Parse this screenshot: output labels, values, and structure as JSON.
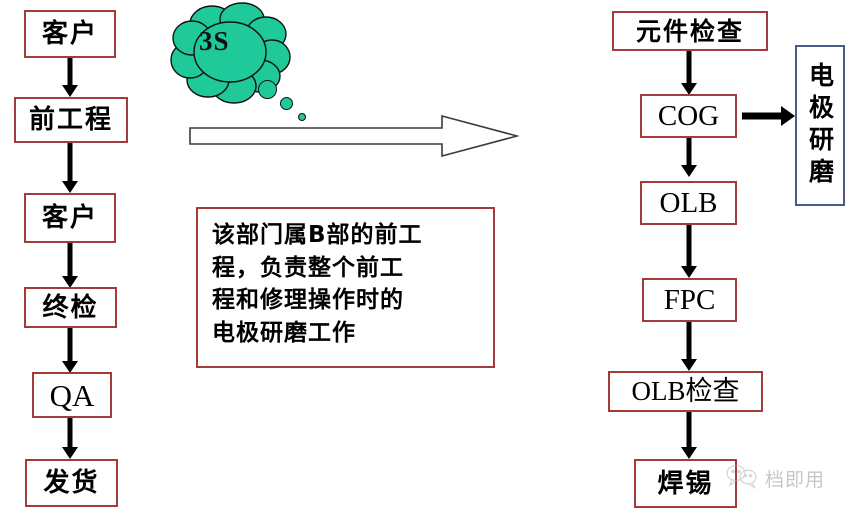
{
  "diagram": {
    "title": "Production Process Flowchart",
    "colors": {
      "box_border_red": "#a33b3b",
      "box_border_blue": "#4a5a8a",
      "cloud_fill": "#1fc99a",
      "cloud_stroke": "#111111",
      "arrow_black": "#000000",
      "background": "#ffffff",
      "watermark_gray": "#9a9a9a"
    },
    "left_flow": {
      "name": "left-process-chain",
      "nodes": [
        {
          "label": "客户",
          "script": "cn"
        },
        {
          "label": "前工程",
          "script": "cn"
        },
        {
          "label": "客户",
          "script": "cn"
        },
        {
          "label": "终检",
          "script": "cn"
        },
        {
          "label": "QA",
          "script": "latin"
        },
        {
          "label": "发货",
          "script": "cn"
        }
      ]
    },
    "right_flow": {
      "name": "right-process-chain",
      "nodes": [
        {
          "label": "元件检查",
          "script": "cn"
        },
        {
          "label": "COG",
          "script": "latin"
        },
        {
          "label": "OLB",
          "script": "latin"
        },
        {
          "label": "FPC",
          "script": "latin"
        },
        {
          "label": "OLB检查",
          "script": "mixed"
        },
        {
          "label": "焊锡",
          "script": "cn"
        }
      ]
    },
    "side_node": {
      "label": "电极研磨",
      "orientation": "vertical",
      "source_node": "COG"
    },
    "cloud": {
      "label": "3S",
      "trail_bubbles": 3
    },
    "big_arrow": {
      "direction": "right",
      "style": "hollow-block-arrow"
    },
    "note_box": {
      "lines": [
        "该部门属B部的前工",
        "程，负责整个前工",
        "程和修理操作时的",
        "电极研磨工作"
      ]
    },
    "watermark": {
      "text": "档即用",
      "icon": "wechat-icon"
    }
  }
}
